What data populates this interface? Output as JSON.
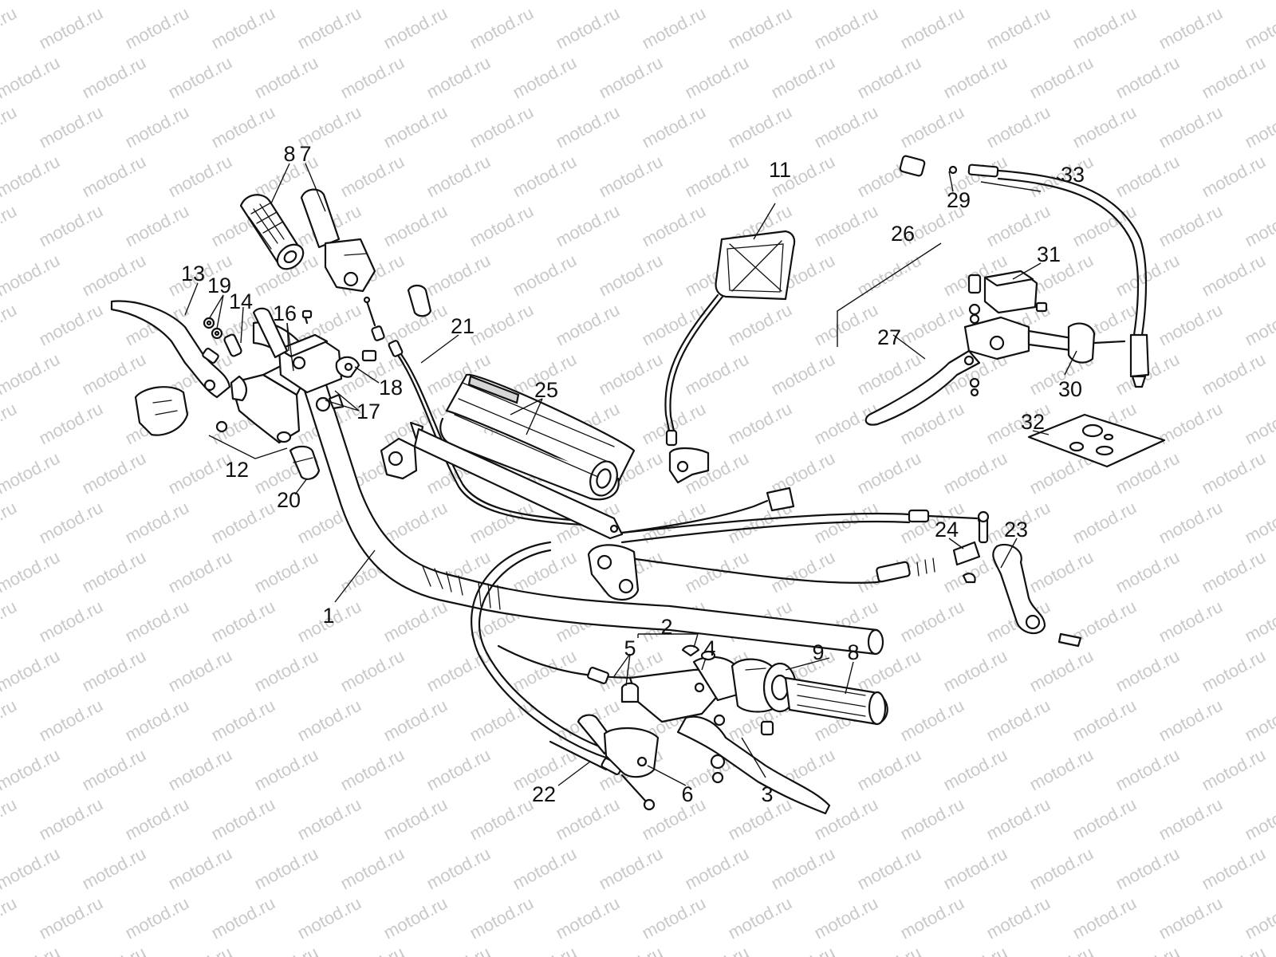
{
  "watermark": {
    "text": "motod.ru",
    "color": "#c9c9c9"
  },
  "callouts": [
    {
      "id": "c1",
      "text": "1"
    },
    {
      "id": "c2",
      "text": "2"
    },
    {
      "id": "c3",
      "text": "3"
    },
    {
      "id": "c4",
      "text": "4"
    },
    {
      "id": "c5",
      "text": "5"
    },
    {
      "id": "c6",
      "text": "6"
    },
    {
      "id": "c7",
      "text": "7"
    },
    {
      "id": "c8a",
      "text": "8"
    },
    {
      "id": "c8b",
      "text": "8"
    },
    {
      "id": "c9",
      "text": "9"
    },
    {
      "id": "c11",
      "text": "11"
    },
    {
      "id": "c12",
      "text": "12"
    },
    {
      "id": "c13",
      "text": "13"
    },
    {
      "id": "c14",
      "text": "14"
    },
    {
      "id": "c16",
      "text": "16"
    },
    {
      "id": "c17",
      "text": "17"
    },
    {
      "id": "c18",
      "text": "18"
    },
    {
      "id": "c19",
      "text": "19"
    },
    {
      "id": "c20",
      "text": "20"
    },
    {
      "id": "c21",
      "text": "21"
    },
    {
      "id": "c22",
      "text": "22"
    },
    {
      "id": "c23",
      "text": "23"
    },
    {
      "id": "c24",
      "text": "24"
    },
    {
      "id": "c25",
      "text": "25"
    },
    {
      "id": "c26",
      "text": "26"
    },
    {
      "id": "c27",
      "text": "27"
    },
    {
      "id": "c29",
      "text": "29"
    },
    {
      "id": "c30",
      "text": "30"
    },
    {
      "id": "c31",
      "text": "31"
    },
    {
      "id": "c32",
      "text": "32"
    },
    {
      "id": "c33",
      "text": "33"
    }
  ]
}
